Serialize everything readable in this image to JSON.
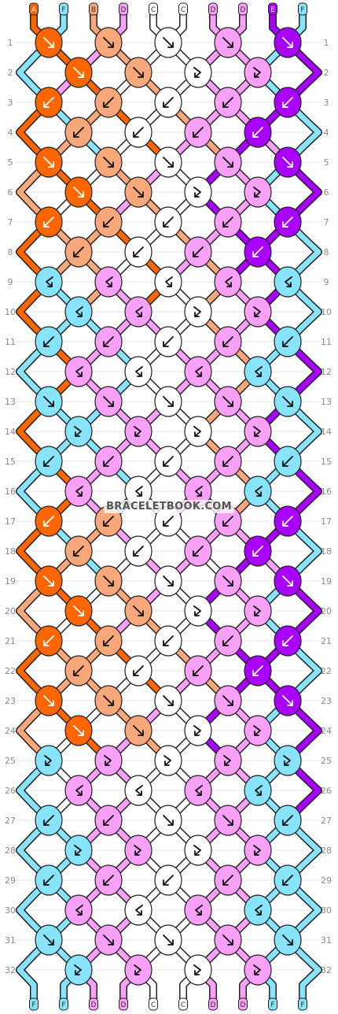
{
  "watermark": "BRACELETBOOK.COM",
  "colors": {
    "A": "#ff6600",
    "B": "#f8a87a",
    "C": "#ffffff",
    "D": "#f9a0f9",
    "E": "#aa00ff",
    "F": "#88e4fb"
  },
  "strand_labels": [
    "A",
    "F",
    "B",
    "D",
    "C",
    "C",
    "D",
    "D",
    "E",
    "F"
  ],
  "row_labels": [
    "1",
    "2",
    "3",
    "4",
    "5",
    "6",
    "7",
    "8",
    "9",
    "10",
    "11",
    "12",
    "13",
    "14",
    "15",
    "16",
    "17",
    "18",
    "19",
    "20",
    "21",
    "22",
    "23",
    "24",
    "25",
    "26",
    "27",
    "28",
    "29",
    "30",
    "31",
    "32"
  ],
  "knot_rows": [
    "A:RR B:RR C:RR D:RR E:RR",
    "A:RR B:RR C:RL D:RL",
    "A:LL B:LL C:LL D:LL E:LL",
    "B:LL C:LL D:LL E:LL",
    "A:RR B:RR C:RR D:RR E:RR",
    "A:RR B:RR C:RL D:RL",
    "A:LL B:LL C:LL D:LL E:LL",
    "B:LL C:LL D:LL E:LL",
    "F:LR D:LR C:LR D:LR F:LR",
    "F:LR D:LR C:RL D:RL",
    "F:LL D:LL C:LL D:LL F:LL",
    "D:LR C:LR D:LR F:LR",
    "F:RR D:RR C:RR D:RR F:RR",
    "F:RL D:RL C:RL D:RL",
    "F:LL D:LL C:LL D:LL F:LL",
    "D:LR C:LR D:LR F:LR",
    "A:LL B:LL C:LL D:LL E:LL",
    "B:LL C:LL D:LL E:LL",
    "A:RR B:RR C:RR D:RR E:RR",
    "A:RR B:RR C:RL D:RL",
    "A:LL B:LL C:LL D:LL E:LL",
    "B:LL C:LL D:LL E:LL",
    "A:RR B:RR C:RR D:RR E:RR",
    "A:RR B:RR C:RL D:RL",
    "F:RL D:RL C:RL D:RL F:RL",
    "D:LR C:LR D:LR F:LR",
    "F:LL D:LL C:RR D:RR F:LL",
    "F:RL D:RL C:RL D:RL",
    "F:LL D:LL C:LL D:LL F:LL",
    "D:LR C:LR D:LR F:LR",
    "F:RR D:RR C:RR D:RR F:RR",
    "F:RL D:RL C:RL D:RL"
  ]
}
